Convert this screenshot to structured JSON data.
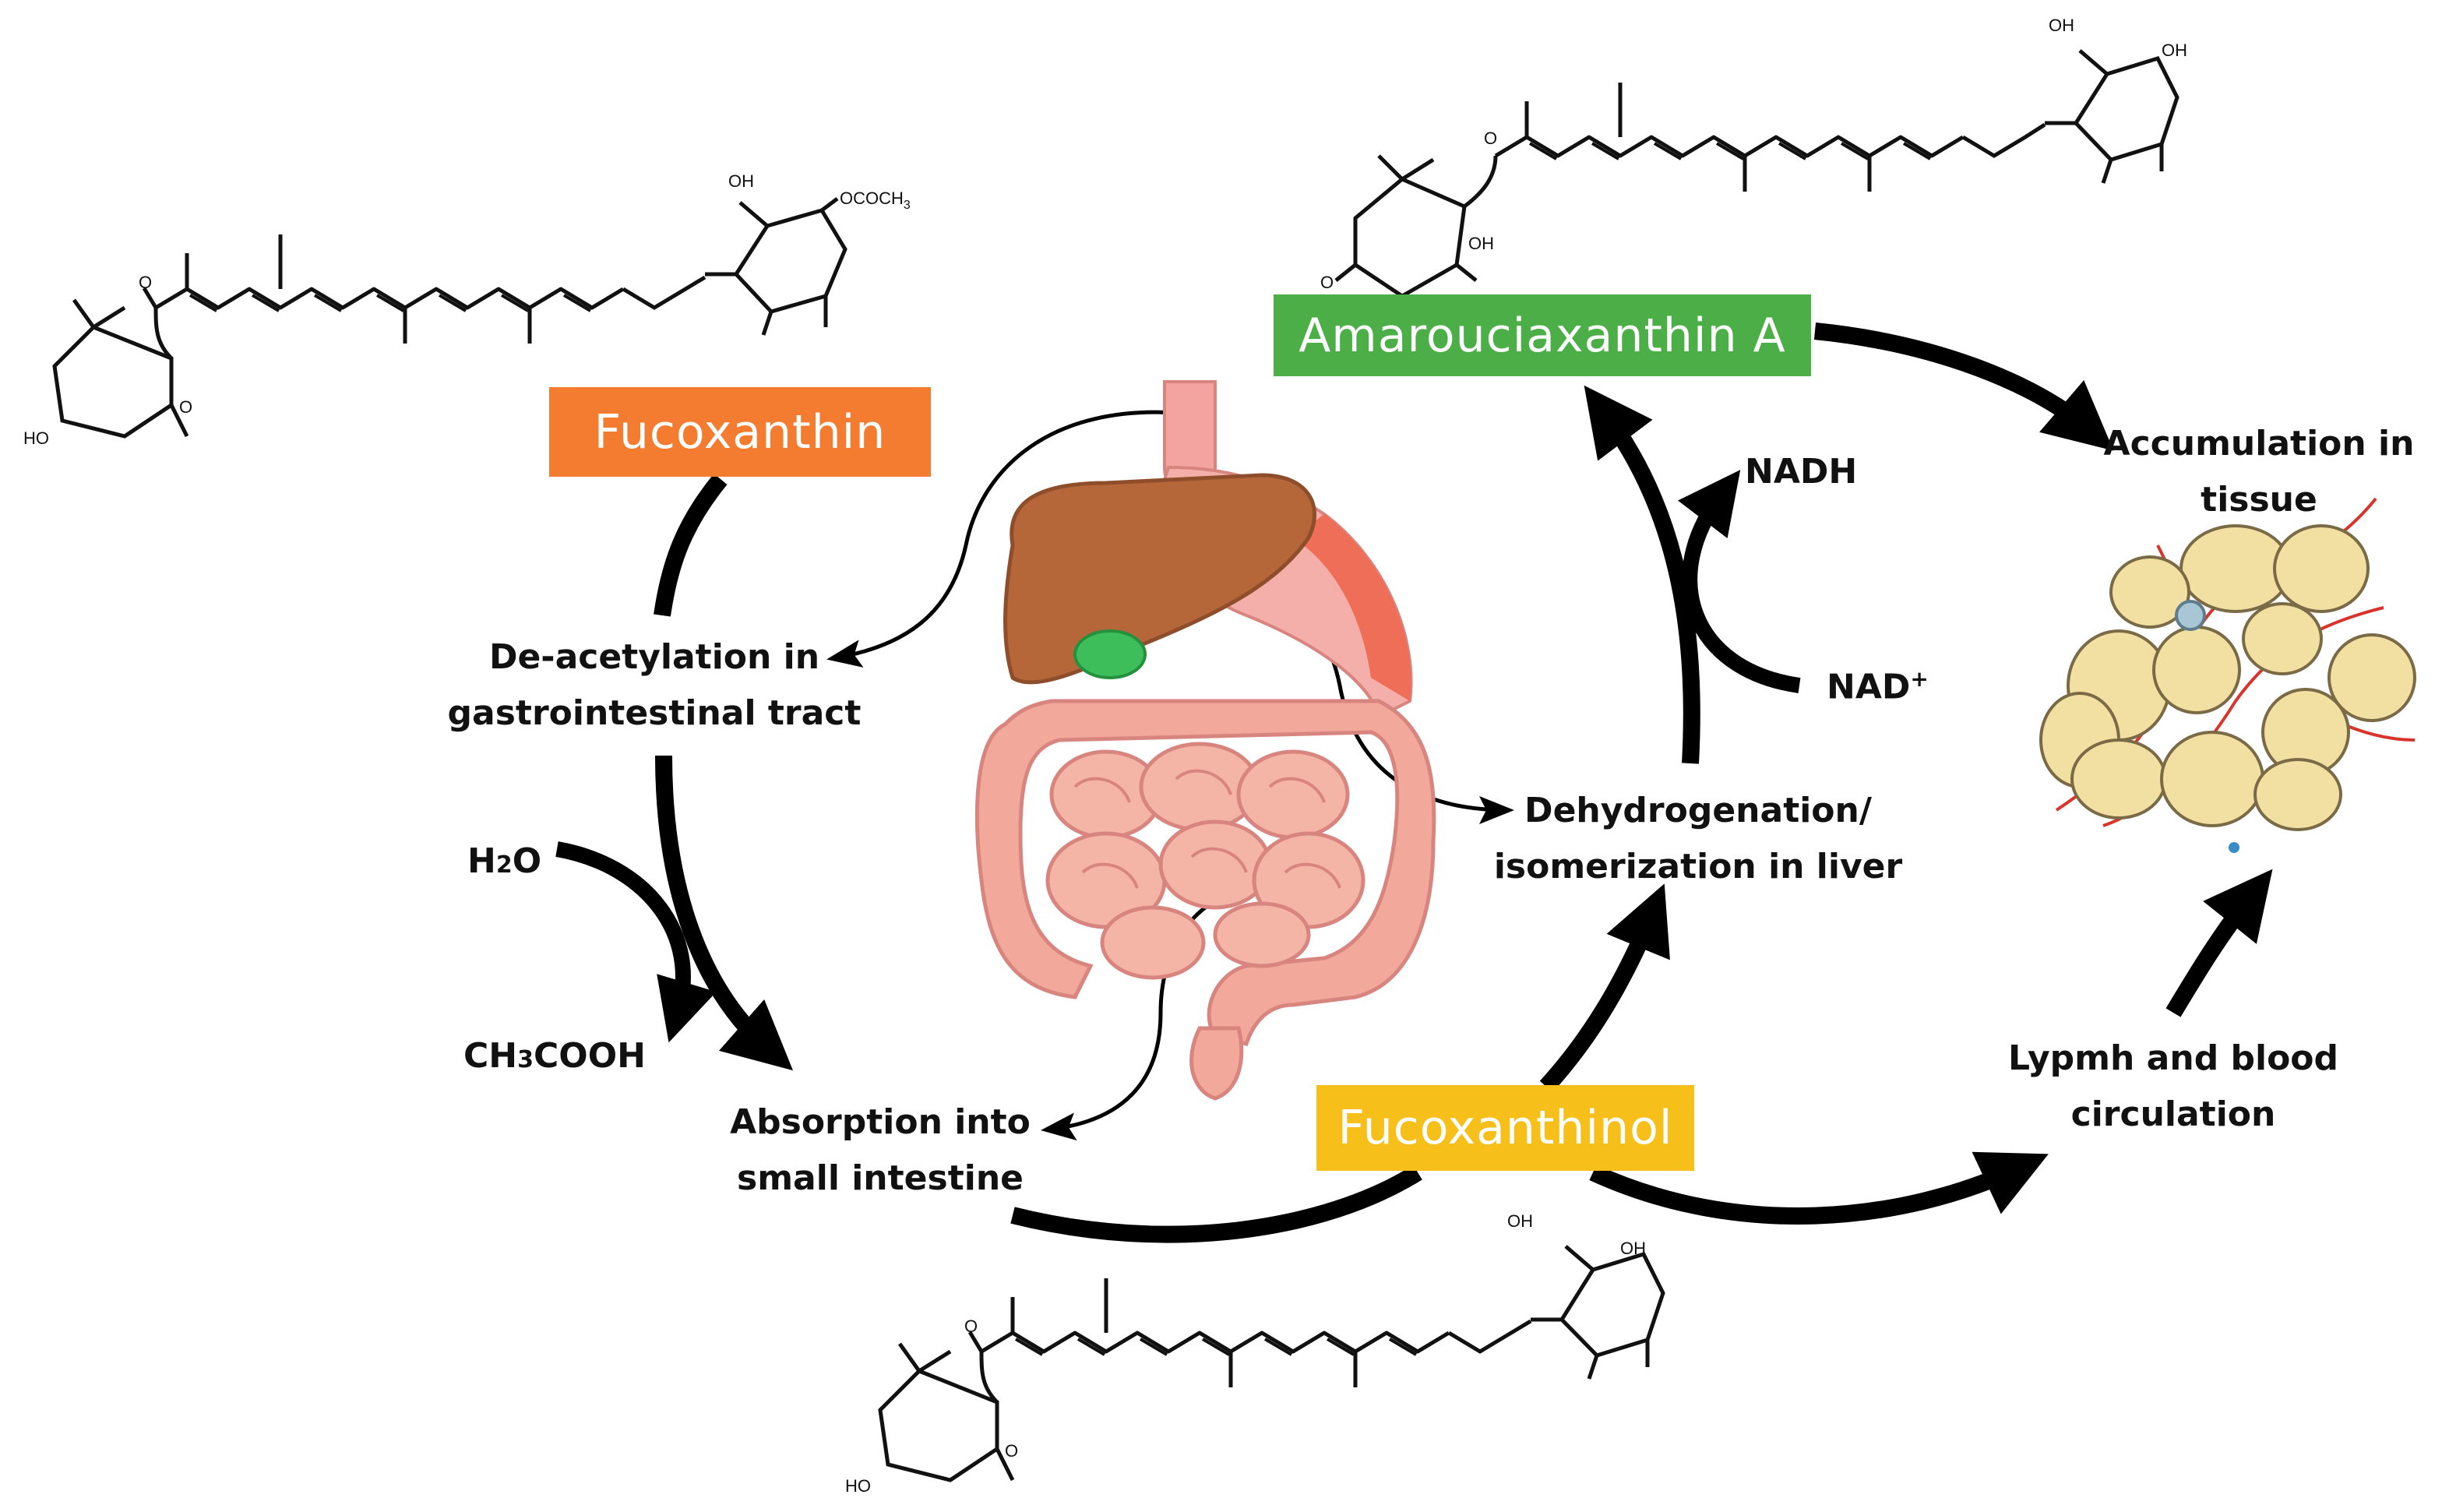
{
  "compounds": {
    "fucoxanthin": {
      "label": "Fucoxanthin",
      "color": "#F47C30"
    },
    "amarouciaxanthin": {
      "label": "Amarouciaxanthin A",
      "color": "#4BAE47"
    },
    "fucoxanthinol": {
      "label": "Fucoxanthinol",
      "color": "#F6BF1A"
    }
  },
  "steps": {
    "deacetylation": {
      "line1": "De-acetylation in",
      "line2": "gastrointestinal tract"
    },
    "absorption": {
      "line1": "Absorption into",
      "line2": "small intestine"
    },
    "dehydrogenation": {
      "line1": "Dehydrogenation/",
      "line2": "isomerization in liver"
    },
    "circulation": {
      "line1": "Lypmh and blood",
      "line2": "circulation"
    },
    "accumulation": {
      "line1": "Accumulation in",
      "line2": "tissue"
    }
  },
  "cofactors": {
    "water": {
      "main": "H",
      "sub": "2",
      "tail": "O"
    },
    "acetic_acid": {
      "main": "CH",
      "sub": "3",
      "tail": "COOH"
    },
    "nadh": {
      "text": "NADH"
    },
    "nad": {
      "main": "NAD",
      "sup": "+"
    }
  },
  "atoms": {
    "oh": "OH",
    "ho": "HO",
    "o": "O",
    "ococh3": "OCOCH",
    "ococh3_sub": "3"
  },
  "colors": {
    "arrow": "#000000",
    "liver": "#B5673A",
    "gallbladder": "#3DBE5A",
    "stomach": "#F3A3A0",
    "intestine": "#F2A89A",
    "fat_cell": "#F2E0A3",
    "vessel": "#D9342B"
  }
}
